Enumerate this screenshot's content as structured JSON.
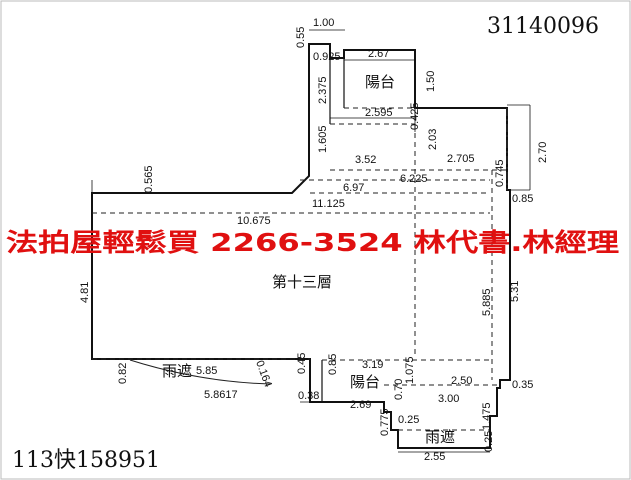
{
  "document": {
    "serial_number": "31140096",
    "case_number": "113快158951",
    "floor_label": "第十三層",
    "banner_text": "法拍屋輕鬆買  2266-3524  林代書.林經理",
    "room_labels": {
      "balcony_top": "陽台",
      "balcony_bottom": "陽台",
      "canopy_left": "雨遮",
      "canopy_bottom": "雨遮"
    },
    "dimensions": {
      "d_1_00": "1.00",
      "d_0_55": "0.55",
      "d_0_925": "0.925",
      "d_2_67": "2.67",
      "d_2_375": "2.375",
      "d_1_50": "1.50",
      "d_2_595": "2.595",
      "d_0_425": "0.425",
      "d_2_03": "2.03",
      "d_2_70": "2.70",
      "d_1_605": "1.605",
      "d_3_52": "3.52",
      "d_2_705": "2.705",
      "d_6_225": "6.225",
      "d_0_745": "0.745",
      "d_6_97": "6.97",
      "d_0_565": "0.565",
      "d_11_125": "11.125",
      "d_0_85_right": "0.85",
      "d_10_675": "10.675",
      "d_4_81": "4.81",
      "d_5_885": "5.885",
      "d_5_31": "5.31",
      "d_0_82": "0.82",
      "d_5_85": "5.85",
      "d_0_164": "0.164",
      "d_0_45": "0.45",
      "d_3_19": "3.19",
      "d_0_85_bottom": "0.85",
      "d_1_075": "1.075",
      "d_2_50": "2.50",
      "d_0_35": "0.35",
      "d_5_8617": "5.8617",
      "d_0_38": "0.38",
      "d_0_70": "0.70",
      "d_3_00": "3.00",
      "d_2_69": "2.69",
      "d_0_25_mid": "0.25",
      "d_1_475": "1.475",
      "d_0_775": "0.775",
      "d_0_25_right": "0.25",
      "d_2_55": "2.55"
    }
  }
}
